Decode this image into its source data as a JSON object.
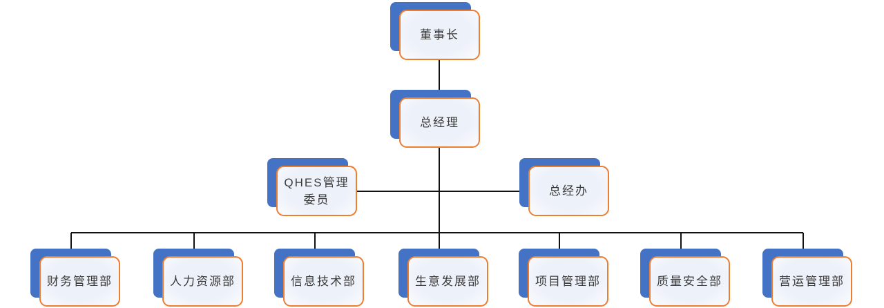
{
  "diagram": {
    "type": "org-chart",
    "nodes": [
      {
        "id": "chairman",
        "label": "董事长",
        "level": 1,
        "reports_to": null
      },
      {
        "id": "general-manager",
        "label": "总经理",
        "level": 2,
        "reports_to": "chairman"
      },
      {
        "id": "qhes-committee",
        "label": "QHES管理\n委员",
        "level": 3,
        "reports_to": "general-manager"
      },
      {
        "id": "gm-office",
        "label": "总经办",
        "level": 3,
        "reports_to": "general-manager"
      },
      {
        "id": "finance-dept",
        "label": "财务管理部",
        "level": 4,
        "reports_to": "general-manager"
      },
      {
        "id": "hr-dept",
        "label": "人力资源部",
        "level": 4,
        "reports_to": "general-manager"
      },
      {
        "id": "it-dept",
        "label": "信息技术部",
        "level": 4,
        "reports_to": "general-manager"
      },
      {
        "id": "business-dev-dept",
        "label": "生意发展部",
        "level": 4,
        "reports_to": "general-manager"
      },
      {
        "id": "project-mgmt-dept",
        "label": "项目管理部",
        "level": 4,
        "reports_to": "general-manager"
      },
      {
        "id": "quality-safety-dept",
        "label": "质量安全部",
        "level": 4,
        "reports_to": "general-manager"
      },
      {
        "id": "operations-dept",
        "label": "营运管理部",
        "level": 4,
        "reports_to": "general-manager"
      }
    ]
  },
  "colors": {
    "shadow": "#4472C4",
    "border": "#ED7D31",
    "fill": "#EDF1F9",
    "line": "#111111",
    "text": "#3B3B3B"
  }
}
